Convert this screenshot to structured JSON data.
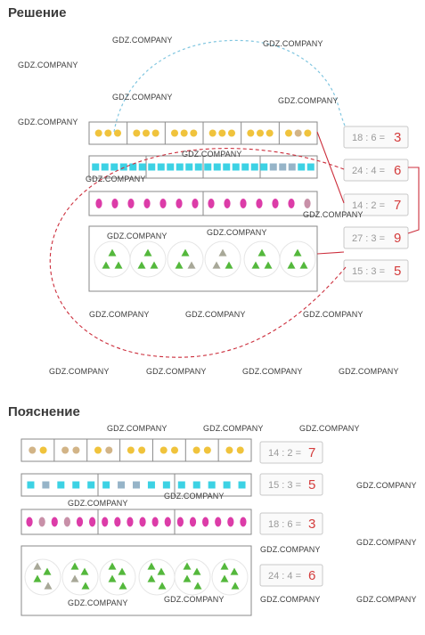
{
  "titles": {
    "solution": "Решение",
    "explanation": "Пояснение"
  },
  "watermark": "GDZ.COMPANY",
  "colors": {
    "yellow": "#f0c33c",
    "yellow_dim": "#d2b487",
    "cyan": "#3cd2e4",
    "cyan_dim": "#96b4c8",
    "magenta": "#dc3ca8",
    "magenta_dim": "#c890a8",
    "green": "#54b83c",
    "gray": "#a8a898",
    "answer_red": "#d43c3c",
    "line_red": "#cc2e3c",
    "line_blue": "#80c6e0"
  },
  "solution": {
    "equations": [
      {
        "expr": "18 : 6 =",
        "answer": "3"
      },
      {
        "expr": "24 : 4 =",
        "answer": "6"
      },
      {
        "expr": "14 : 2 =",
        "answer": "7"
      },
      {
        "expr": "27 : 3 =",
        "answer": "9"
      },
      {
        "expr": "15 : 3 =",
        "answer": "5"
      }
    ]
  },
  "explanation": {
    "equations": [
      {
        "expr": "14 : 2 =",
        "answer": "7"
      },
      {
        "expr": "15 : 3 =",
        "answer": "5"
      },
      {
        "expr": "18 : 6 =",
        "answer": "3"
      },
      {
        "expr": "24 : 4 =",
        "answer": "6"
      }
    ]
  }
}
